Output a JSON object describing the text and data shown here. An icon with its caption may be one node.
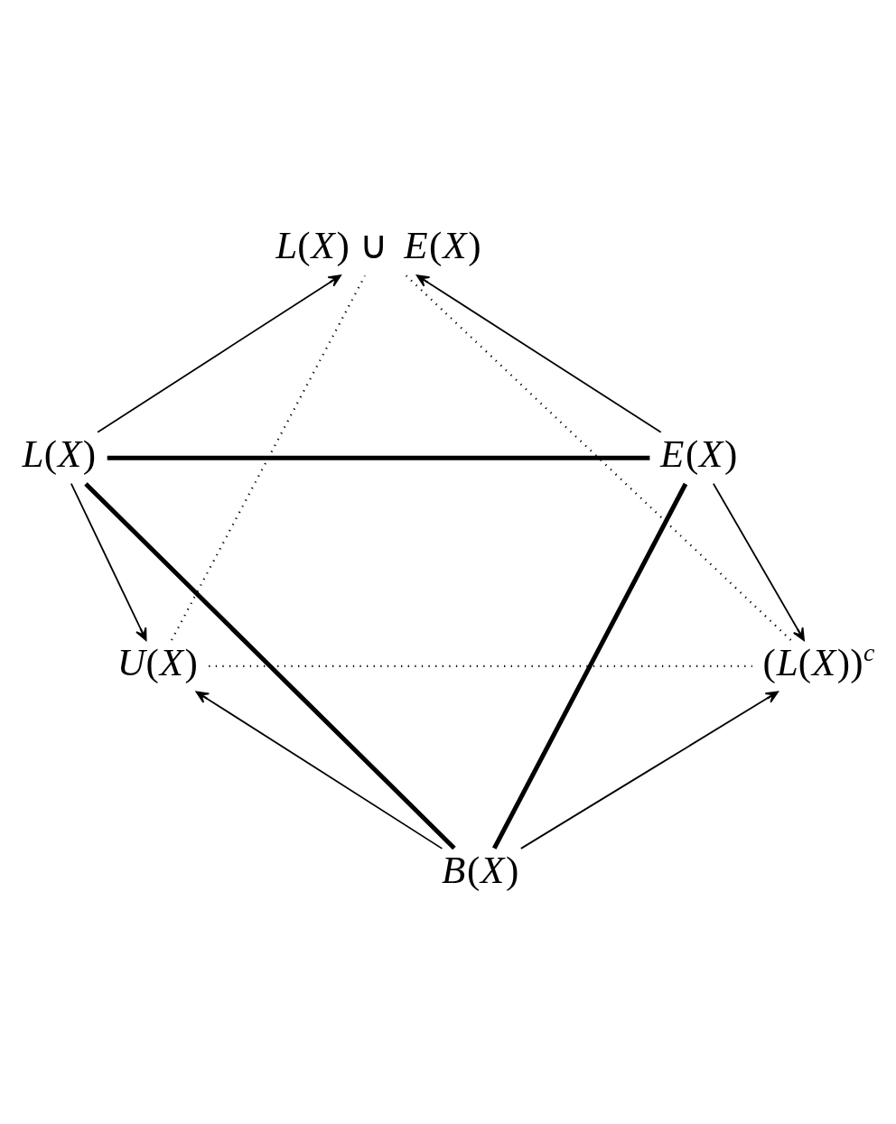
{
  "diagram": {
    "nodes": [
      {
        "text": [
          "L(X) ∪ E(X)"
        ]
      },
      {
        "text": [
          "L(X)"
        ]
      },
      {
        "text": [
          "E(X)"
        ]
      },
      {
        "text": [
          "U(X)"
        ]
      },
      {
        "text": [
          "(L(X))$^{c}$"
        ]
      },
      {
        "text": [
          "B(X)"
        ]
      }
    ],
    "edges": [
      {
        "from": 1,
        "to": 0,
        "arrow": "to"
      },
      {
        "from": 3,
        "to": 0,
        "arrow": "none",
        "style": "dashed"
      },
      {
        "from": 4,
        "to": 0,
        "arrow": "none",
        "style": "dashed"
      },
      {
        "from": 2,
        "to": 0,
        "arrow": "to"
      },
      {
        "from": 1,
        "to": 2,
        "arrow": "none",
        "style": "thick"
      },
      {
        "from": 1,
        "to": 3,
        "arrow": "to"
      },
      {
        "from": 2,
        "to": 4,
        "arrow": "to"
      },
      {
        "from": 3,
        "to": 4,
        "arrow": "none",
        "style": "dashed"
      },
      {
        "from": 5,
        "to": 3,
        "arrow": "to"
      },
      {
        "from": 5,
        "to": 1,
        "arrow": "none",
        "style": "thick"
      },
      {
        "from": 5,
        "to": 2,
        "arrow": "none",
        "style": "thick"
      },
      {
        "from": 5,
        "to": 4,
        "arrow": "to"
      }
    ]
  }
}
